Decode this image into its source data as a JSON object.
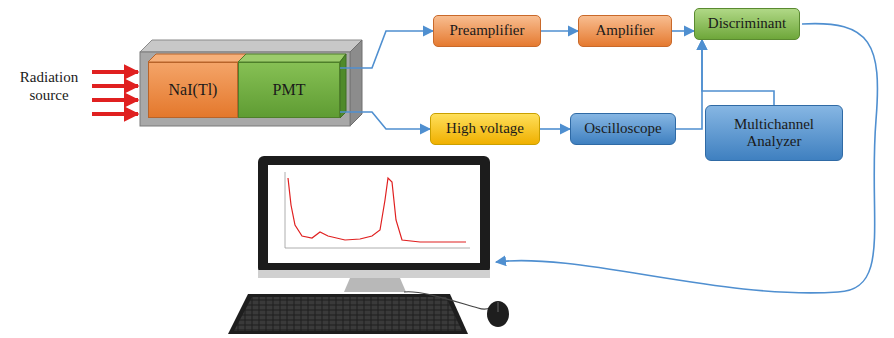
{
  "diagram": {
    "nodes": [
      {
        "text": [
          "NaI(Tl)"
        ]
      },
      {
        "text": [
          "PMT"
        ]
      },
      {
        "text": [
          "Preamplifier"
        ]
      },
      {
        "text": [
          "Amplifier"
        ]
      },
      {
        "text": [
          "Discriminant"
        ]
      },
      {
        "text": [
          "High voltage"
        ]
      },
      {
        "text": [
          "Oscilloscope"
        ]
      },
      {
        "text": [
          "Multichannel Analyzer"
        ]
      }
    ],
    "edges": [
      {
        "from": 1,
        "to": 2,
        "arrow": "to"
      },
      {
        "from": 1,
        "to": 5,
        "arrow": "to"
      },
      {
        "from": 2,
        "to": 3,
        "arrow": "to"
      },
      {
        "from": 3,
        "to": 4,
        "arrow": "to"
      },
      {
        "from": 5,
        "to": 6,
        "arrow": "to"
      },
      {
        "from": 6,
        "to": 4,
        "arrow": "to"
      },
      {
        "from": 7,
        "to": 4,
        "arrow": "to"
      }
    ],
    "labels": [
      "Radiation source"
    ]
  }
}
